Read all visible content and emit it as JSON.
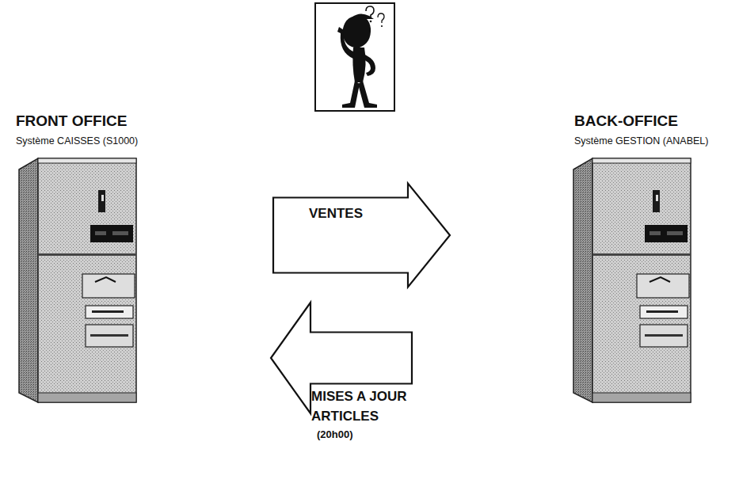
{
  "diagram": {
    "nodes": [
      {
        "text": [
          "FRONT OFFICE",
          "Système CAISSES (S1000)"
        ]
      },
      {
        "text": [
          "BACK-OFFICE",
          "Système GESTION (ANABEL)"
        ]
      }
    ],
    "edges": [
      {
        "from": 0,
        "to": 1,
        "label": "VENTES",
        "arrow": "to"
      },
      {
        "from": 1,
        "to": 0,
        "label": "MISES A JOUR ARTICLES",
        "arrow": "to"
      }
    ],
    "labels": [
      "(20h00)"
    ]
  }
}
